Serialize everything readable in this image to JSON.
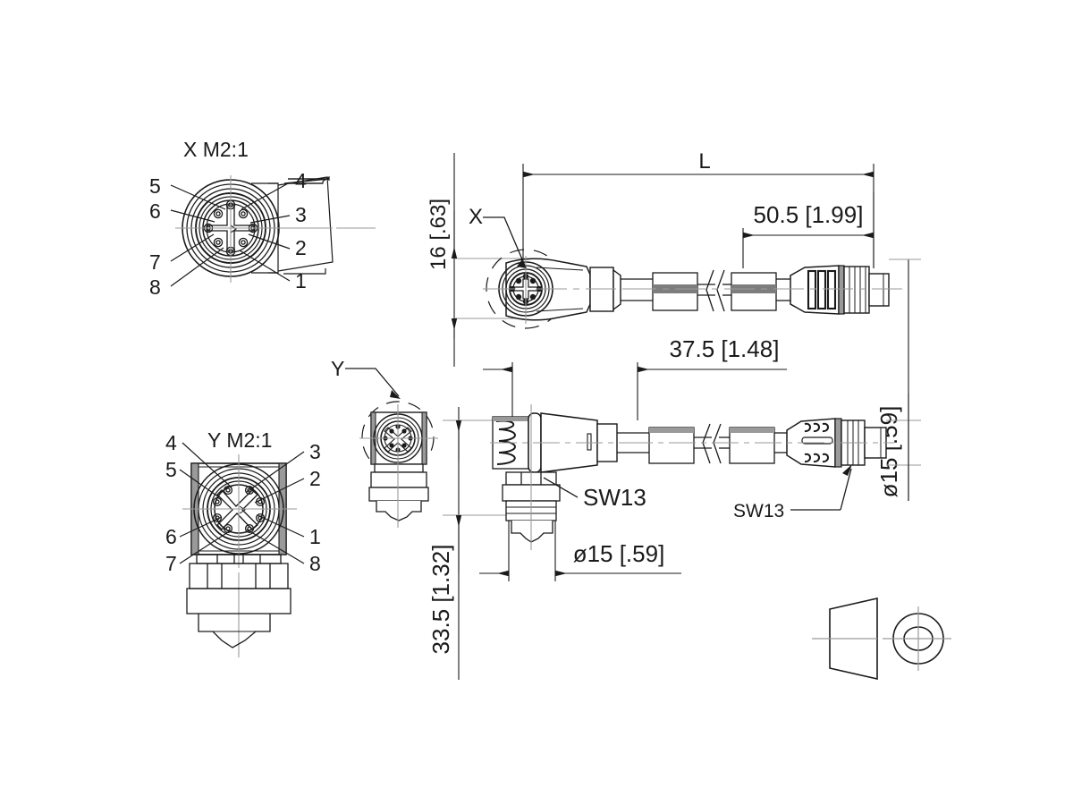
{
  "drawing": {
    "type": "engineering-dimension-drawing",
    "subject": "M12 8-pole angled/straight connector cordset",
    "background_color": "#ffffff",
    "line_color": "#1a1a1a",
    "shade_color": "#9a9a9a"
  },
  "detail_views": [
    {
      "id": "view-x",
      "title": "X  M2:1",
      "pin_count": 8,
      "labels_left": [
        "5",
        "6",
        "7",
        "8"
      ],
      "labels_right": [
        "4",
        "3",
        "2",
        "1"
      ]
    },
    {
      "id": "view-y",
      "title": "Y  M2:1",
      "pin_count": 8,
      "labels_left": [
        "4",
        "5",
        "6",
        "7"
      ],
      "labels_right": [
        "3",
        "2",
        "1",
        "8"
      ]
    }
  ],
  "callouts": {
    "x_marker": "X",
    "y_marker": "Y",
    "sw_upper": "SW13",
    "sw_lower": "SW13"
  },
  "dimensions": {
    "overall_length": "L",
    "height_top": "16 [.63]",
    "connector_length_right": "50.5 [1.99]",
    "connector_length_left": "37.5 [1.48]",
    "height_bottom": "33.5 [1.32]",
    "diameter_bottom": "ø15 [.59]",
    "diameter_right": "ø15 [.59]"
  }
}
